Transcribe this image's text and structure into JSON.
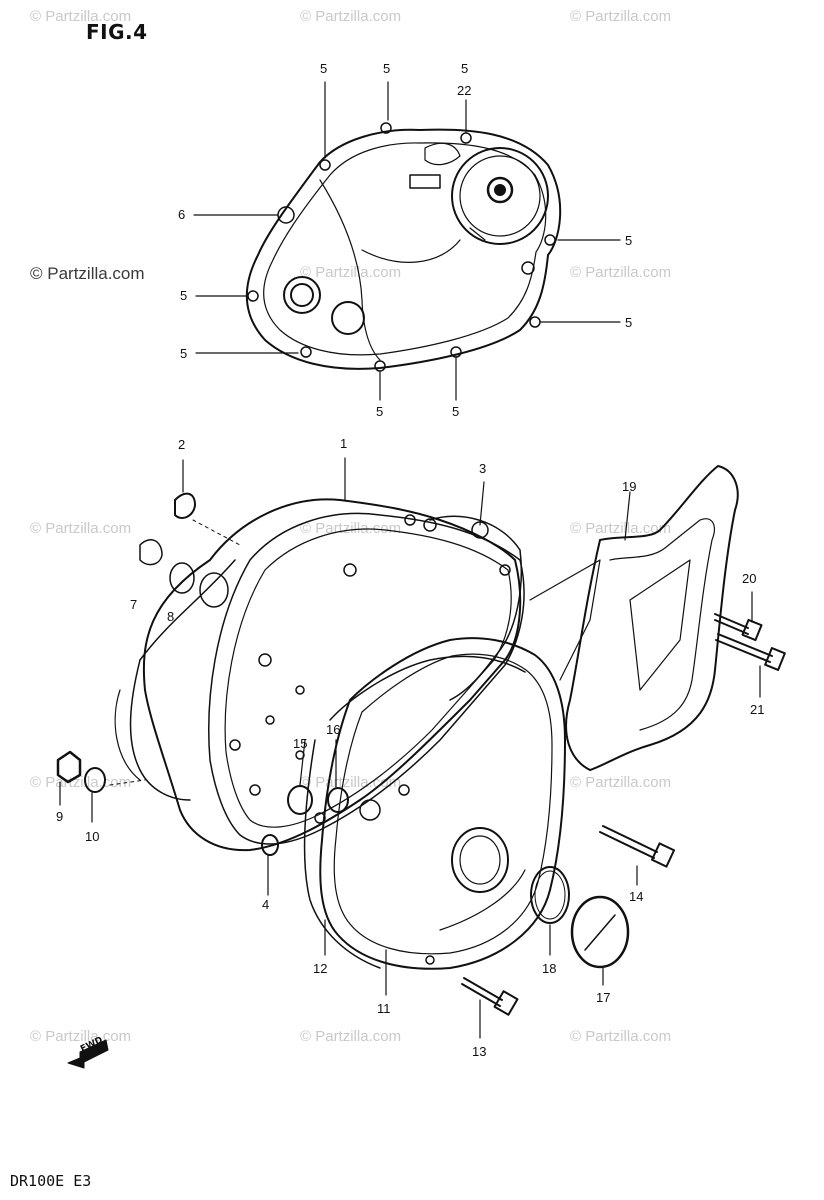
{
  "figure_title": "FIG.4",
  "model_code": "DR100E E3",
  "watermark": "© Partzilla.com",
  "front_marker": "FWD",
  "callouts": {
    "c_5a": "5",
    "c_5b": "5",
    "c_5c": "5",
    "c_22": "22",
    "c_6": "6",
    "c_5d": "5",
    "c_5e": "5",
    "c_5f": "5",
    "c_5g": "5",
    "c_5h": "5",
    "c_5i": "5",
    "c_1": "1",
    "c_2": "2",
    "c_3": "3",
    "c_19": "19",
    "c_7": "7",
    "c_8": "8",
    "c_20": "20",
    "c_21": "21",
    "c_9": "9",
    "c_10": "10",
    "c_15": "15",
    "c_16": "16",
    "c_4": "4",
    "c_14": "14",
    "c_12": "12",
    "c_11": "11",
    "c_18": "18",
    "c_17": "17",
    "c_13": "13"
  }
}
